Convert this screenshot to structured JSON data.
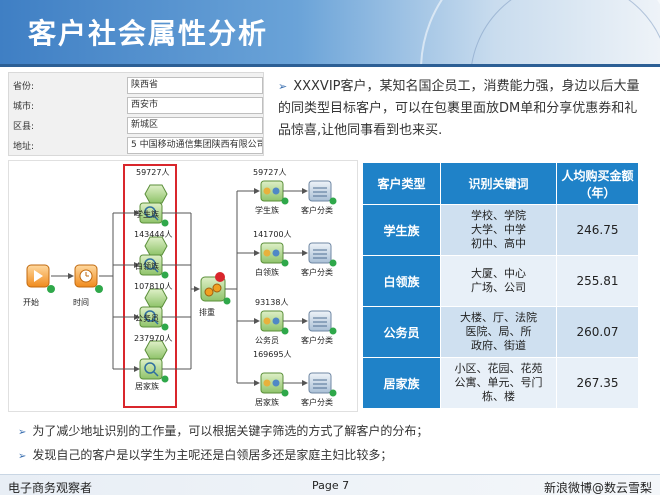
{
  "header": {
    "title": "客户社会属性分析"
  },
  "address": {
    "rows": [
      {
        "label": "省份:",
        "value": "陕西省"
      },
      {
        "label": "城市:",
        "value": "西安市"
      },
      {
        "label": "区县:",
        "value": "新城区"
      },
      {
        "label": "地址:",
        "value": "5 中国移动通信集团陕西有限公司"
      }
    ]
  },
  "description": "XXXVIP客户，某知名国企员工，消费能力强，身边以后大量的同类型目标客户，可以在包裹里面放DM单和分享优惠券和礼品惊喜,让他同事看到也来买.",
  "flow": {
    "start_label": "开始",
    "time_label": "时间",
    "dedupe_label": "排重",
    "badge": "1",
    "left_nodes": [
      {
        "count": "59727人",
        "label": "学生族"
      },
      {
        "count": "143444人",
        "label": "白领族"
      },
      {
        "count": "107810人",
        "label": "公务员"
      },
      {
        "count": "237970人",
        "label": "居家族"
      }
    ],
    "right_nodes": [
      {
        "count": "59727人",
        "label": "学生族",
        "target": "客户分类"
      },
      {
        "count": "141700人",
        "label": "白领族",
        "target": "客户分类"
      },
      {
        "count": "93138人",
        "label": "公务员",
        "target": "客户分类"
      },
      {
        "count": "169695人",
        "label": "居家族",
        "target": "客户分类"
      }
    ]
  },
  "table": {
    "headers": [
      "客户类型",
      "识别关键词",
      "人均购买金额（年）"
    ],
    "rows": [
      {
        "type": "学生族",
        "keywords": [
          "学校、学院",
          "大学、中学",
          "初中、高中"
        ],
        "amount": "246.75"
      },
      {
        "type": "白领族",
        "keywords": [
          "大厦、中心",
          "广场、公司"
        ],
        "amount": "255.81"
      },
      {
        "type": "公务员",
        "keywords": [
          "大楼、厅、法院",
          "医院、局、所",
          "政府、街道"
        ],
        "amount": "260.07"
      },
      {
        "type": "居家族",
        "keywords": [
          "小区、花园、花苑",
          "公寓、单元、号门",
          "栋、楼"
        ],
        "amount": "267.35"
      }
    ]
  },
  "notes": [
    "为了减少地址识别的工作量，可以根据关键字筛选的方式了解客户的分布；",
    "发现自己的客户是以学生为主呢还是白领居多还是家庭主妇比较多；"
  ],
  "footer": {
    "left": "电子商务观察者",
    "center": "Page 7",
    "right": "新浪微博@数云雪梨"
  },
  "colors": {
    "accent": "#1f82c8",
    "highlight_box": "#d9262c",
    "check": "#2fa84a"
  }
}
